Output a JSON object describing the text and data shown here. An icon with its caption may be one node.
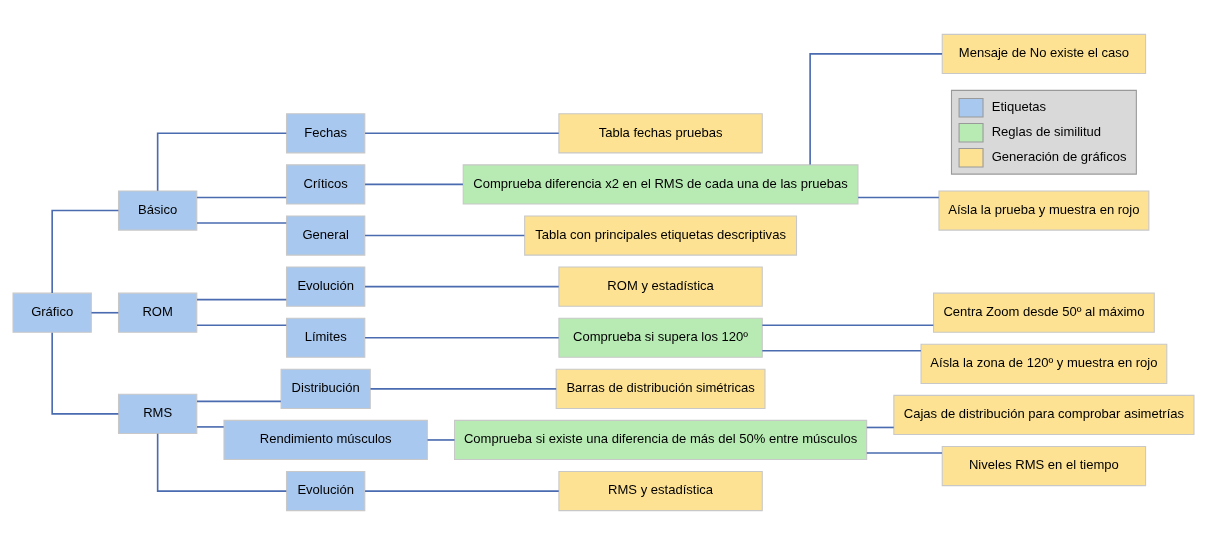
{
  "diagram": {
    "nodes": [
      {
        "text": [
          "Gráfico"
        ]
      },
      {
        "text": [
          "Básico"
        ]
      },
      {
        "text": [
          "General"
        ]
      },
      {
        "text": [
          "Tabla con principales etiquetas descriptivas"
        ]
      },
      {
        "text": [
          "Fechas"
        ]
      },
      {
        "text": [
          "Tabla fechas pruebas"
        ]
      },
      {
        "text": [
          "Críticos"
        ]
      },
      {
        "text": [
          "Comprueba diferencia x2 en el RMS de cada una de las pruebas"
        ]
      },
      {
        "text": [
          "Aísla la prueba y muestra en rojo"
        ]
      },
      {
        "text": [
          "Mensaje de No existe el caso"
        ]
      },
      {
        "text": [
          "ROM"
        ]
      },
      {
        "text": [
          "Evolución"
        ]
      },
      {
        "text": [
          "ROM y estadística"
        ]
      },
      {
        "text": [
          "Límites"
        ]
      },
      {
        "text": [
          "Comprueba si supera los 120º"
        ]
      },
      {
        "text": [
          "Aísla la zona de 120º y muestra en rojo"
        ]
      },
      {
        "text": [
          "Centra Zoom desde 50º al máximo"
        ]
      },
      {
        "text": [
          "RMS"
        ]
      },
      {
        "text": [
          "Evolución"
        ]
      },
      {
        "text": [
          "RMS y estadística"
        ]
      },
      {
        "text": [
          "Distribución"
        ]
      },
      {
        "text": [
          "Barras de distribución simétricas"
        ]
      },
      {
        "text": [
          "Rendimiento músculos"
        ]
      },
      {
        "text": [
          "Comprueba si existe una diferencia de más del 50% entre músculos"
        ]
      },
      {
        "text": [
          "Niveles RMS en el tiempo"
        ]
      },
      {
        "text": [
          "Cajas de distribución para comprobar asimetrías"
        ]
      }
    ],
    "edges": [
      {
        "from": 0,
        "to": 1,
        "arrow": "none"
      },
      {
        "from": 0,
        "to": 10,
        "arrow": "none"
      },
      {
        "from": 0,
        "to": 17,
        "arrow": "none"
      },
      {
        "from": 1,
        "to": 2,
        "arrow": "none"
      },
      {
        "from": 1,
        "to": 4,
        "arrow": "none"
      },
      {
        "from": 1,
        "to": 6,
        "arrow": "none"
      },
      {
        "from": 2,
        "to": 3,
        "arrow": "none"
      },
      {
        "from": 4,
        "to": 5,
        "arrow": "none"
      },
      {
        "from": 6,
        "to": 7,
        "arrow": "none"
      },
      {
        "from": 7,
        "to": 8,
        "arrow": "none"
      },
      {
        "from": 7,
        "to": 9,
        "arrow": "none"
      },
      {
        "from": 10,
        "to": 11,
        "arrow": "none"
      },
      {
        "from": 10,
        "to": 13,
        "arrow": "none"
      },
      {
        "from": 11,
        "to": 12,
        "arrow": "none"
      },
      {
        "from": 13,
        "to": 14,
        "arrow": "none"
      },
      {
        "from": 14,
        "to": 15,
        "arrow": "none"
      },
      {
        "from": 14,
        "to": 16,
        "arrow": "none"
      },
      {
        "from": 17,
        "to": 18,
        "arrow": "none"
      },
      {
        "from": 17,
        "to": 20,
        "arrow": "none"
      },
      {
        "from": 17,
        "to": 22,
        "arrow": "none"
      },
      {
        "from": 18,
        "to": 19,
        "arrow": "none"
      },
      {
        "from": 20,
        "to": 21,
        "arrow": "none"
      },
      {
        "from": 22,
        "to": 23,
        "arrow": "none"
      },
      {
        "from": 23,
        "to": 24,
        "arrow": "none"
      },
      {
        "from": 23,
        "to": 25,
        "arrow": "none"
      }
    ],
    "legend": [
      {
        "text": "Etiquetas",
        "color": "#a9c8ef"
      },
      {
        "text": "Reglas de similitud",
        "color": "#b8ebb4"
      },
      {
        "text": "Generación de gráficos",
        "color": "#fde293"
      }
    ]
  }
}
